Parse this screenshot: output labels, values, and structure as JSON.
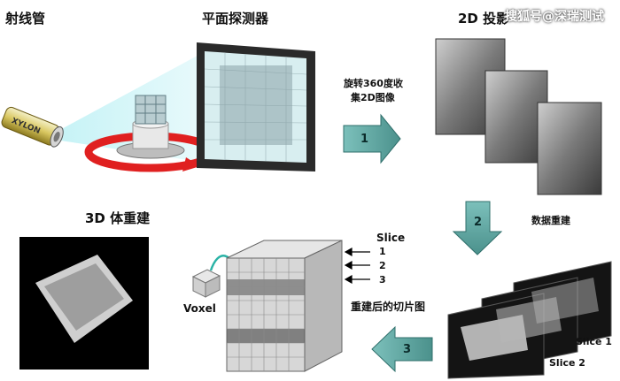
{
  "labels": {
    "xray_tube": "射线管",
    "flat_detector": "平面探测器",
    "projection_2d": "2D 投影",
    "recon_3d": "3D 体重建",
    "rotate_note_line1": "旋转360度收",
    "rotate_note_line2": "集2D图像",
    "data_recon": "数据重建",
    "slice_title": "Slice",
    "voxel": "Voxel",
    "sliced_image": "重建后的切片图",
    "slice_1": "Slice 1",
    "slice_2": "Slice 2",
    "tube_brand": "XYLON"
  },
  "steps": [
    {
      "number": "1"
    },
    {
      "number": "2"
    },
    {
      "number": "3"
    }
  ],
  "slice_numbers": [
    "1",
    "2",
    "3"
  ],
  "watermark": "搜狐号@深瑞测试",
  "colors": {
    "arrow": "#5aa39f",
    "arrow_edge": "#2f6f6b",
    "ring": "#e02020",
    "detector_frame": "#2a2a2a",
    "beam": "#9fe3ea"
  }
}
